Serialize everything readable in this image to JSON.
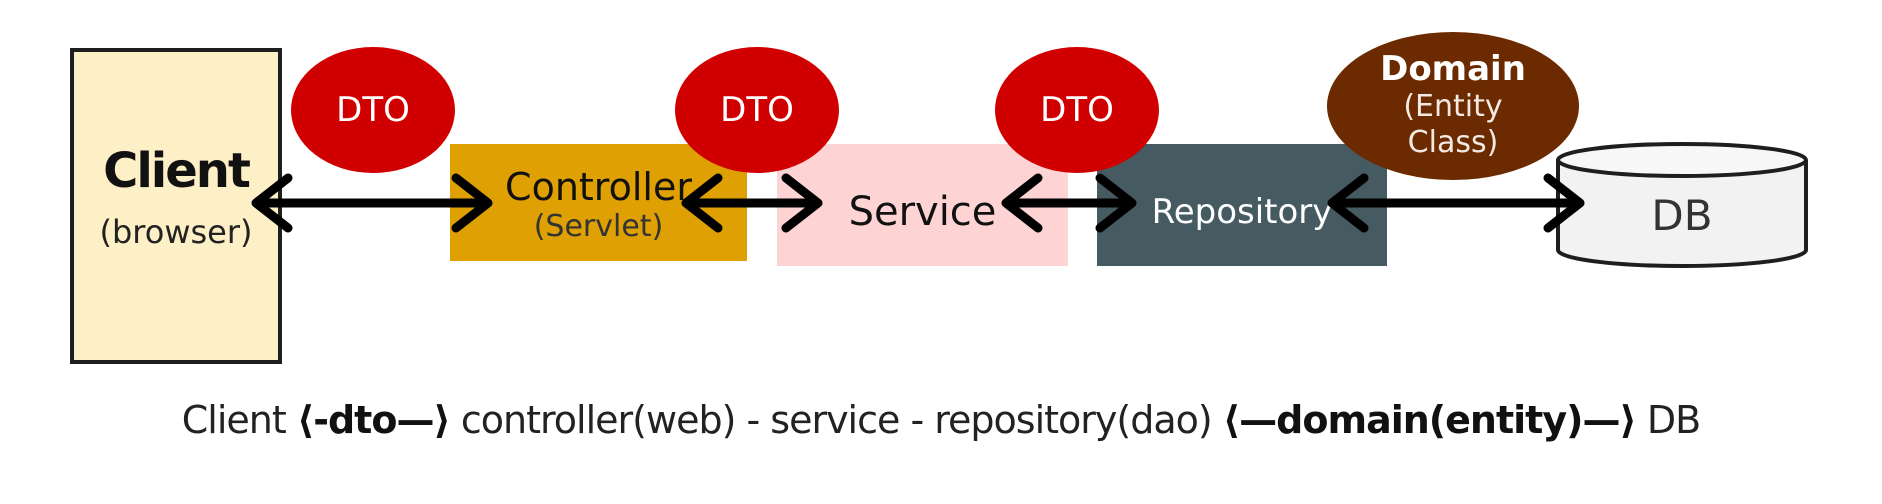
{
  "client": {
    "label": "Client",
    "sublabel": "(browser)"
  },
  "controller": {
    "label": "Controller",
    "sublabel": "(Servlet)"
  },
  "service": {
    "label": "Service"
  },
  "repository": {
    "label": "Repository"
  },
  "dto_badges": [
    "DTO",
    "DTO",
    "DTO"
  ],
  "domain": {
    "label": "Domain",
    "sublabel_line1": "(Entity",
    "sublabel_line2": "Class)"
  },
  "db": {
    "label": "DB"
  },
  "caption": {
    "part1": "Client ",
    "part2": "⟨-dto—⟩",
    "part3": " controller(web) - service - repository(dao) ",
    "part4": "⟨—domain(entity)—⟩",
    "part5": " DB"
  },
  "colors": {
    "client_fill": "#fdefc6",
    "controller_fill": "#dea003",
    "service_fill": "#fdd3d3",
    "repository_fill": "#455a61",
    "dto_fill": "#d00000",
    "domain_fill": "#6c2a00",
    "db_fill": "#f2f2f2"
  }
}
